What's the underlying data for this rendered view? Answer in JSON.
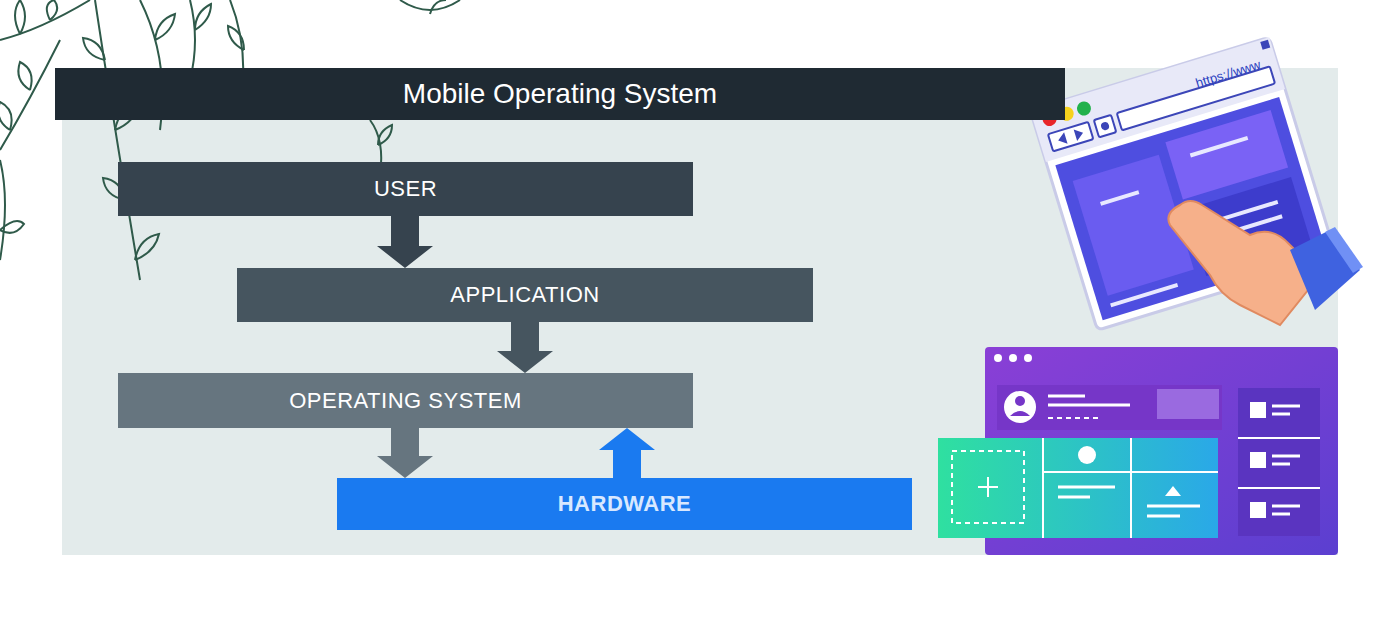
{
  "diagram": {
    "title": "Mobile Operating System",
    "nodes": [
      {
        "text": [
          "USER"
        ]
      },
      {
        "text": [
          "APPLICATION"
        ]
      },
      {
        "text": [
          "OPERATING SYSTEM"
        ]
      },
      {
        "text": [
          "HARDWARE"
        ]
      }
    ],
    "edges": [
      {
        "from": 0,
        "to": 1,
        "arrow": "to"
      },
      {
        "from": 1,
        "to": 2,
        "arrow": "to"
      },
      {
        "from": 2,
        "to": 3,
        "arrow": "to"
      },
      {
        "from": 3,
        "to": 2,
        "arrow": "to"
      }
    ],
    "labels": [
      "https://www"
    ]
  }
}
